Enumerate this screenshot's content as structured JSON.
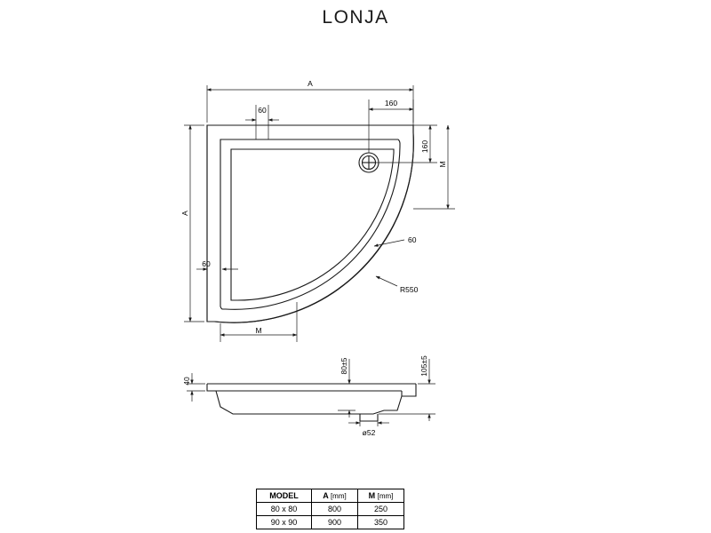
{
  "title": "LONJA",
  "plan_view": {
    "dim_top_A": "A",
    "dim_left_A": "A",
    "dim_top_60": "60",
    "dim_top_160": "160",
    "dim_right_160": "160",
    "dim_right_M": "M",
    "dim_left_60": "60",
    "dim_bottom_M": "M",
    "leader_60": "60",
    "leader_R550": "R550"
  },
  "section_view": {
    "dim_40": "40",
    "dim_80": "80±5",
    "dim_105": "105±5",
    "dim_drain": "ø52"
  },
  "table": {
    "headers": [
      {
        "label": "MODEL",
        "unit": ""
      },
      {
        "label": "A",
        "unit": "[mm]"
      },
      {
        "label": "M",
        "unit": "[mm]"
      }
    ],
    "rows": [
      {
        "model": "80 x 80",
        "a": "800",
        "m": "250"
      },
      {
        "model": "90 x 90",
        "a": "900",
        "m": "350"
      }
    ]
  },
  "colors": {
    "line": "#1a1a1a",
    "text": "#000000",
    "background": "#ffffff"
  }
}
